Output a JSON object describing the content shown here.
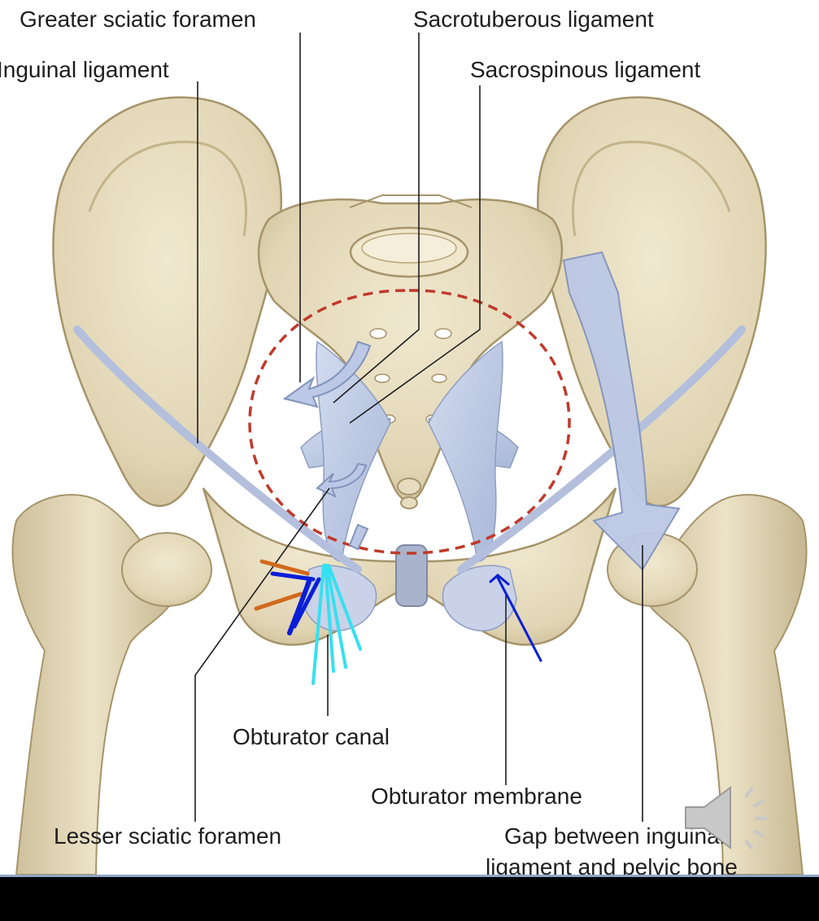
{
  "labels": {
    "greater_sciatic_foramen": "Greater sciatic foramen",
    "sacrotuberous_ligament": "Sacrotuberous ligament",
    "inguinal_ligament": "Inguinal ligament",
    "sacrospinous_ligament": "Sacrospinous ligament",
    "obturator_canal": "Obturator canal",
    "obturator_membrane": "Obturator membrane",
    "lesser_sciatic_foramen": "Lesser sciatic foramen",
    "gap_line1": "Gap between inguinal",
    "gap_line2": "ligament and pelvic bone"
  },
  "colors": {
    "bone": "#e6dcc0",
    "bone_shadow": "#bfb08a",
    "ligament": "#b9c6e2",
    "pelvic_brim_dash": "#c0392b",
    "annotation_orange": "#d2691e",
    "annotation_blue": "#0a1ed8",
    "annotation_cyan": "#35e0f0"
  },
  "icons": {
    "speaker": "speaker-icon"
  }
}
